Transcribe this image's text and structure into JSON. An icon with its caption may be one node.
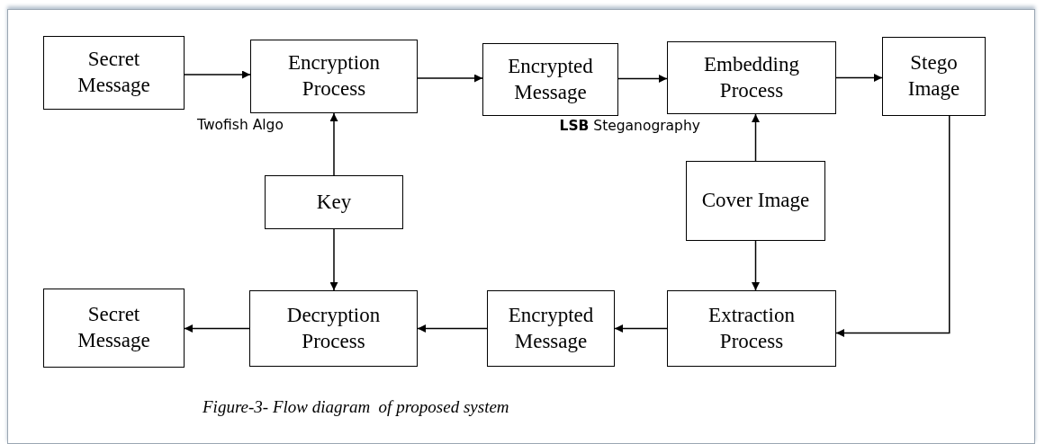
{
  "diagram": {
    "caption": "Figure-3- Flow diagram  of proposed system",
    "nodes": [
      {
        "text": [
          "Secret Message"
        ]
      },
      {
        "text": [
          "Encryption Process"
        ]
      },
      {
        "text": [
          "Encrypted Message"
        ]
      },
      {
        "text": [
          "Embedding Process"
        ]
      },
      {
        "text": [
          "Stego Image"
        ]
      },
      {
        "text": [
          "Key"
        ]
      },
      {
        "text": [
          "Cover Image"
        ]
      },
      {
        "text": [
          "Secret Message"
        ]
      },
      {
        "text": [
          "Decryption Process"
        ]
      },
      {
        "text": [
          "Encrypted Message"
        ]
      },
      {
        "text": [
          "Extraction Process"
        ]
      }
    ],
    "edges": [
      {
        "from": 0,
        "to": 1,
        "arrow": "to"
      },
      {
        "from": 1,
        "to": 2,
        "arrow": "to"
      },
      {
        "from": 2,
        "to": 3,
        "arrow": "to"
      },
      {
        "from": 3,
        "to": 4,
        "arrow": "to"
      },
      {
        "from": 5,
        "to": 1,
        "arrow": "to",
        "label": "Twofish Algo"
      },
      {
        "from": 6,
        "to": 3,
        "arrow": "to",
        "label": "**LSB** Steganography"
      },
      {
        "from": 5,
        "to": 8,
        "arrow": "to"
      },
      {
        "from": 6,
        "to": 10,
        "arrow": "to"
      },
      {
        "from": 4,
        "to": 10,
        "arrow": "to"
      },
      {
        "from": 10,
        "to": 9,
        "arrow": "to"
      },
      {
        "from": 9,
        "to": 8,
        "arrow": "to"
      },
      {
        "from": 8,
        "to": 7,
        "arrow": "to"
      }
    ]
  }
}
